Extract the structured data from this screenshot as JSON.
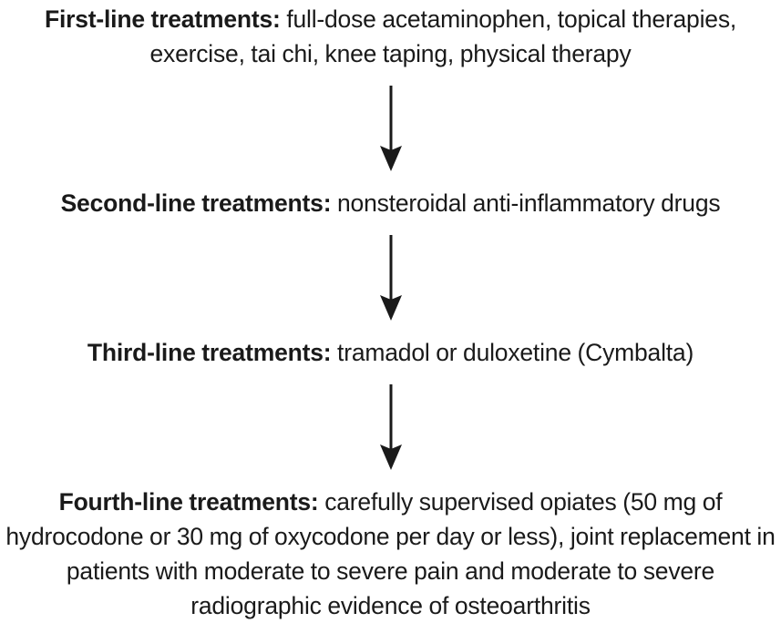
{
  "meta": {
    "background_color": "#ffffff",
    "text_color": "#1a1a1a",
    "arrow_color": "#1a1a1a"
  },
  "flowchart": {
    "steps": [
      {
        "label": "First-line treatments:",
        "body": " full-dose acetaminophen, topical therapies, exercise, tai chi, knee taping, physical therapy"
      },
      {
        "label": "Second-line treatments:",
        "body": " nonsteroidal anti-inflammatory drugs"
      },
      {
        "label": "Third-line treatments:",
        "body": " tramadol or duloxetine (Cymbalta)"
      },
      {
        "label": "Fourth-line treatments:",
        "body": " carefully supervised opiates (50 mg of hydrocodone or 30 mg of oxycodone per day or less), joint replacement in patients with moderate to severe pain and moderate to severe radiographic evidence of osteoarthritis"
      }
    ],
    "connectors": [
      {
        "name": "arrow-step1-to-step2",
        "direction": "down"
      },
      {
        "name": "arrow-step2-to-step3",
        "direction": "down"
      },
      {
        "name": "arrow-step3-to-step4",
        "direction": "down"
      }
    ]
  }
}
